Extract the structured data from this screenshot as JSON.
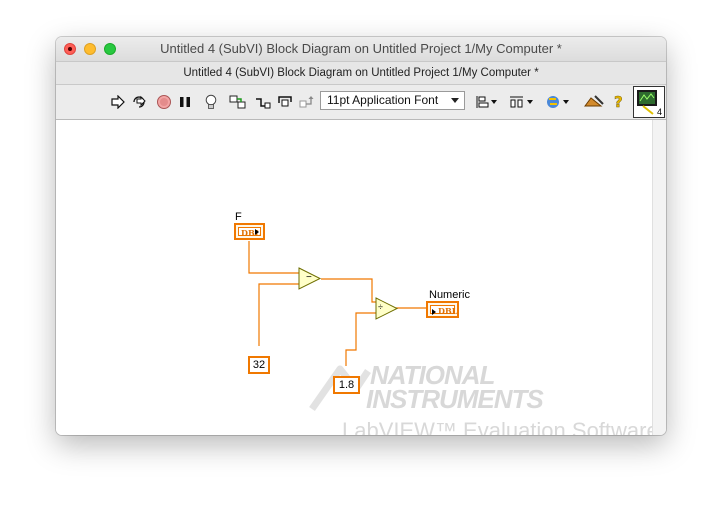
{
  "window": {
    "title": "Untitled 4 (SubVI) Block Diagram on Untitled Project 1/My Computer *",
    "subtitle": "Untitled 4 (SubVI) Block Diagram on Untitled Project 1/My Computer *"
  },
  "toolbar": {
    "buttons": [
      {
        "name": "run-arrow-icon",
        "glyph": "⇨"
      },
      {
        "name": "run-continuously-icon",
        "glyph": "⟲"
      },
      {
        "name": "abort-icon",
        "glyph": "●"
      },
      {
        "name": "pause-icon",
        "glyph": "❚❚"
      },
      {
        "name": "highlight-execution-icon",
        "glyph": "💡"
      },
      {
        "name": "retain-wire-values-icon",
        "glyph": "⧉"
      },
      {
        "name": "step-into-icon",
        "glyph": "↳"
      },
      {
        "name": "step-over-icon",
        "glyph": "⤼"
      },
      {
        "name": "step-out-icon",
        "glyph": "⤴"
      }
    ],
    "font_select": "11pt Application Font",
    "vi_icon_number": "4"
  },
  "diagram": {
    "control_label": "F",
    "indicator_label": "Numeric",
    "control_type": "DBL",
    "indicator_type": "DBL",
    "const_32": "32",
    "const_1_8": "1.8",
    "subtract_symbol": "−",
    "divide_symbol": "÷"
  },
  "watermark": {
    "line1": "NATIONAL",
    "line2": "INSTRUMENTS",
    "line3": "LabVIEW™ Evaluation Software"
  },
  "colors": {
    "wire": "#f07800",
    "function_fill": "#ffffc8",
    "function_stroke": "#6e6e00"
  }
}
